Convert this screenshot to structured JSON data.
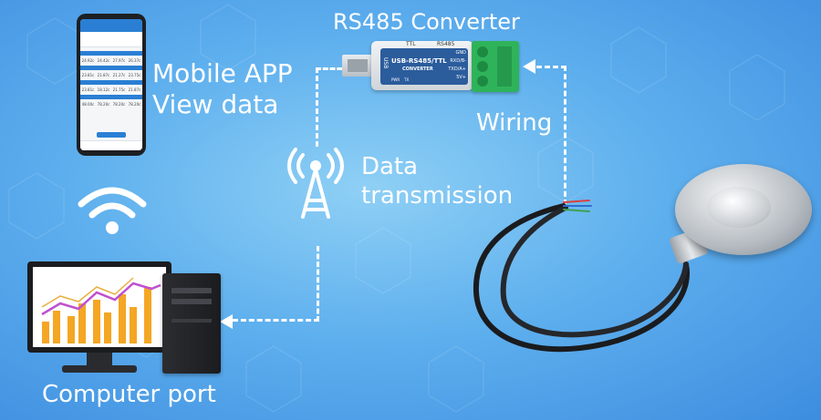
{
  "labels": {
    "converter_title": "RS485 Converter",
    "mobile_app_line1": "Mobile APP",
    "mobile_app_line2": "View data",
    "data_line1": "Data",
    "data_line2": "transmission",
    "wiring": "Wiring",
    "computer_port": "Computer port"
  },
  "converter_device": {
    "top_left": "TTL",
    "top_right": "RS485",
    "side": "USB",
    "model": "USB-RS485/TTL",
    "sub": "CONVERTER",
    "led_pwr": "PWR",
    "led_tx": "TX",
    "pins": [
      "GND",
      "RXD/B-",
      "TXD/A+",
      "5V+"
    ]
  },
  "phone_screen": {
    "rows": [
      [
        "24.92c",
        "24.42c",
        "27.97c",
        "26.37c"
      ],
      [
        "23.81c",
        "21.87c",
        "21.27c",
        "23.75c"
      ],
      [
        "23.81c",
        "18.12c",
        "21.75c",
        "21.87c"
      ],
      [
        "48.00c",
        "78.20c",
        "78.20c",
        "78.20c"
      ]
    ]
  },
  "colors": {
    "background_center": "#8fd0f5",
    "background_edge": "#3d8de0",
    "terminal_green": "#2fb35a",
    "converter_blue": "#2b5c9c",
    "chart_orange": "#f5a623",
    "chart_purple": "#c050d0"
  },
  "icons": {
    "wifi": "wifi-icon",
    "antenna": "antenna-icon"
  }
}
